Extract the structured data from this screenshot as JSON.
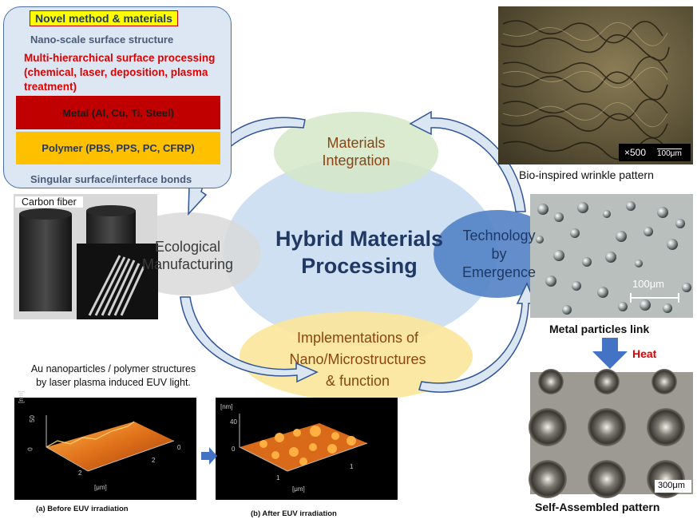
{
  "novel_box": {
    "title": "Novel method & materials",
    "nano_scale": "Nano-scale surface structure",
    "multi_line1": "Multi-hierarchical surface processing",
    "multi_line2": "(chemical, laser, deposition, plasma",
    "multi_line3": "treatment)",
    "metal": "Metal (Al, Cu, Ti, Steel)",
    "polymer": "Polymer (PBS, PPS, PC, CFRP)",
    "singular": "Singular surface/interface bonds"
  },
  "center": {
    "hybrid_line1": "Hybrid Materials",
    "hybrid_line2": "Processing",
    "materials_line1": "Materials",
    "materials_line2": "Integration",
    "ecological_line1": "Ecological",
    "ecological_line2": "Manufacturing",
    "technology_line1": "Technology",
    "technology_line2": "by",
    "technology_line3": "Emergence",
    "impl_line1": "Implementations of",
    "impl_line2": "Nano/Microstructures",
    "impl_line3": "& function"
  },
  "carbon": {
    "label": "Carbon fiber"
  },
  "wrinkle": {
    "magnification": "×500",
    "scale": "100μm",
    "caption": "Bio-inspired wrinkle pattern"
  },
  "metal_particles": {
    "scale": "100μm",
    "caption": "Metal particles link",
    "heat": "Heat"
  },
  "self_assembled": {
    "scale": "300μm",
    "caption": "Self-Assembled pattern"
  },
  "euv": {
    "title_line1": "Au nanoparticles / polymer structures",
    "title_line2": "by laser plasma induced EUV light.",
    "before_caption": "(a)    Before EUV irradiation",
    "after_caption": "(b) After EUV irradiation",
    "before_z_unit": "[nm]",
    "before_z_ticks": [
      "50",
      "0"
    ],
    "before_xy_ticks": [
      "2",
      "2",
      "0"
    ],
    "before_xy_unit": "[μm]",
    "after_z_unit": "[nm]",
    "after_z_ticks": [
      "40",
      "0"
    ],
    "after_xy_ticks": [
      "1",
      "1"
    ],
    "after_xy_unit": "[μm]"
  },
  "colors": {
    "ellipse_center": "#c5dbef",
    "ellipse_materials": "#d5e8c8",
    "ellipse_ecological": "#d9d9d9",
    "ellipse_technology": "#4f7ec4",
    "ellipse_impl": "#fbe59a",
    "arrow_fill": "#dbe6f3",
    "arrow_stroke": "#2f5597",
    "title_navy": "#1f3864",
    "brown_text": "#8b4513",
    "red": "#e00000",
    "yellow": "#ffff00"
  }
}
